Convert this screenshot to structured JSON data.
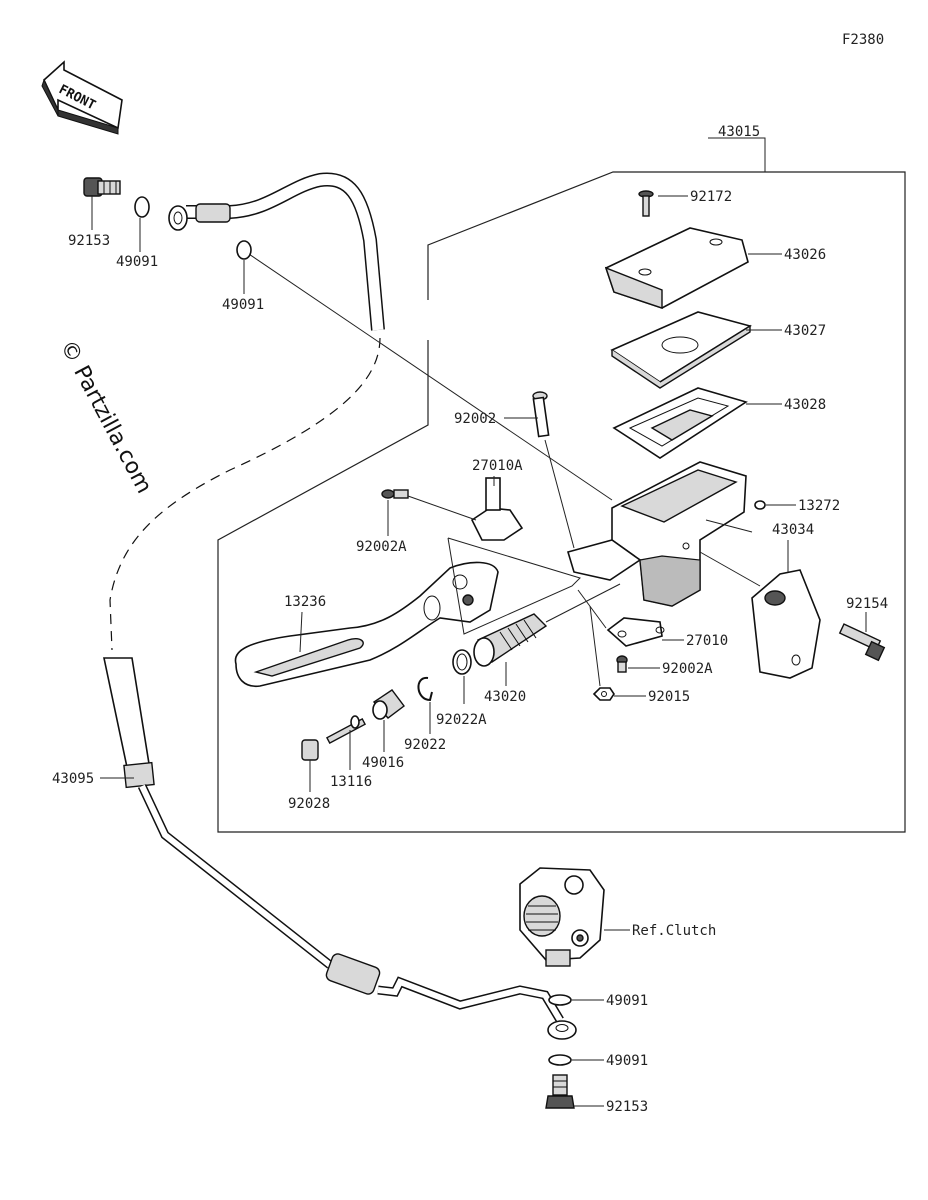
{
  "figure_code": "F2380",
  "watermark": "© Partzilla.com",
  "front_arrow_label": "FRONT",
  "ref_label": "Ref.Clutch",
  "callouts": [
    {
      "id": "c-43015",
      "text": "43015"
    },
    {
      "id": "c-92172",
      "text": "92172"
    },
    {
      "id": "c-43026",
      "text": "43026"
    },
    {
      "id": "c-43027",
      "text": "43027"
    },
    {
      "id": "c-43028",
      "text": "43028"
    },
    {
      "id": "c-92002",
      "text": "92002"
    },
    {
      "id": "c-27010A",
      "text": "27010A"
    },
    {
      "id": "c-13272",
      "text": "13272"
    },
    {
      "id": "c-43034",
      "text": "43034"
    },
    {
      "id": "c-92002A-1",
      "text": "92002A"
    },
    {
      "id": "c-92154",
      "text": "92154"
    },
    {
      "id": "c-13236",
      "text": "13236"
    },
    {
      "id": "c-27010",
      "text": "27010"
    },
    {
      "id": "c-92002A-2",
      "text": "92002A"
    },
    {
      "id": "c-92015",
      "text": "92015"
    },
    {
      "id": "c-43020",
      "text": "43020"
    },
    {
      "id": "c-92022A",
      "text": "92022A"
    },
    {
      "id": "c-92022",
      "text": "92022"
    },
    {
      "id": "c-49016",
      "text": "49016"
    },
    {
      "id": "c-13116",
      "text": "13116"
    },
    {
      "id": "c-92028",
      "text": "92028"
    },
    {
      "id": "c-43095",
      "text": "43095"
    },
    {
      "id": "c-92153-top",
      "text": "92153"
    },
    {
      "id": "c-49091-top1",
      "text": "49091"
    },
    {
      "id": "c-49091-top2",
      "text": "49091"
    },
    {
      "id": "c-49091-bot1",
      "text": "49091"
    },
    {
      "id": "c-49091-bot2",
      "text": "49091"
    },
    {
      "id": "c-92153-bot",
      "text": "92153"
    }
  ]
}
